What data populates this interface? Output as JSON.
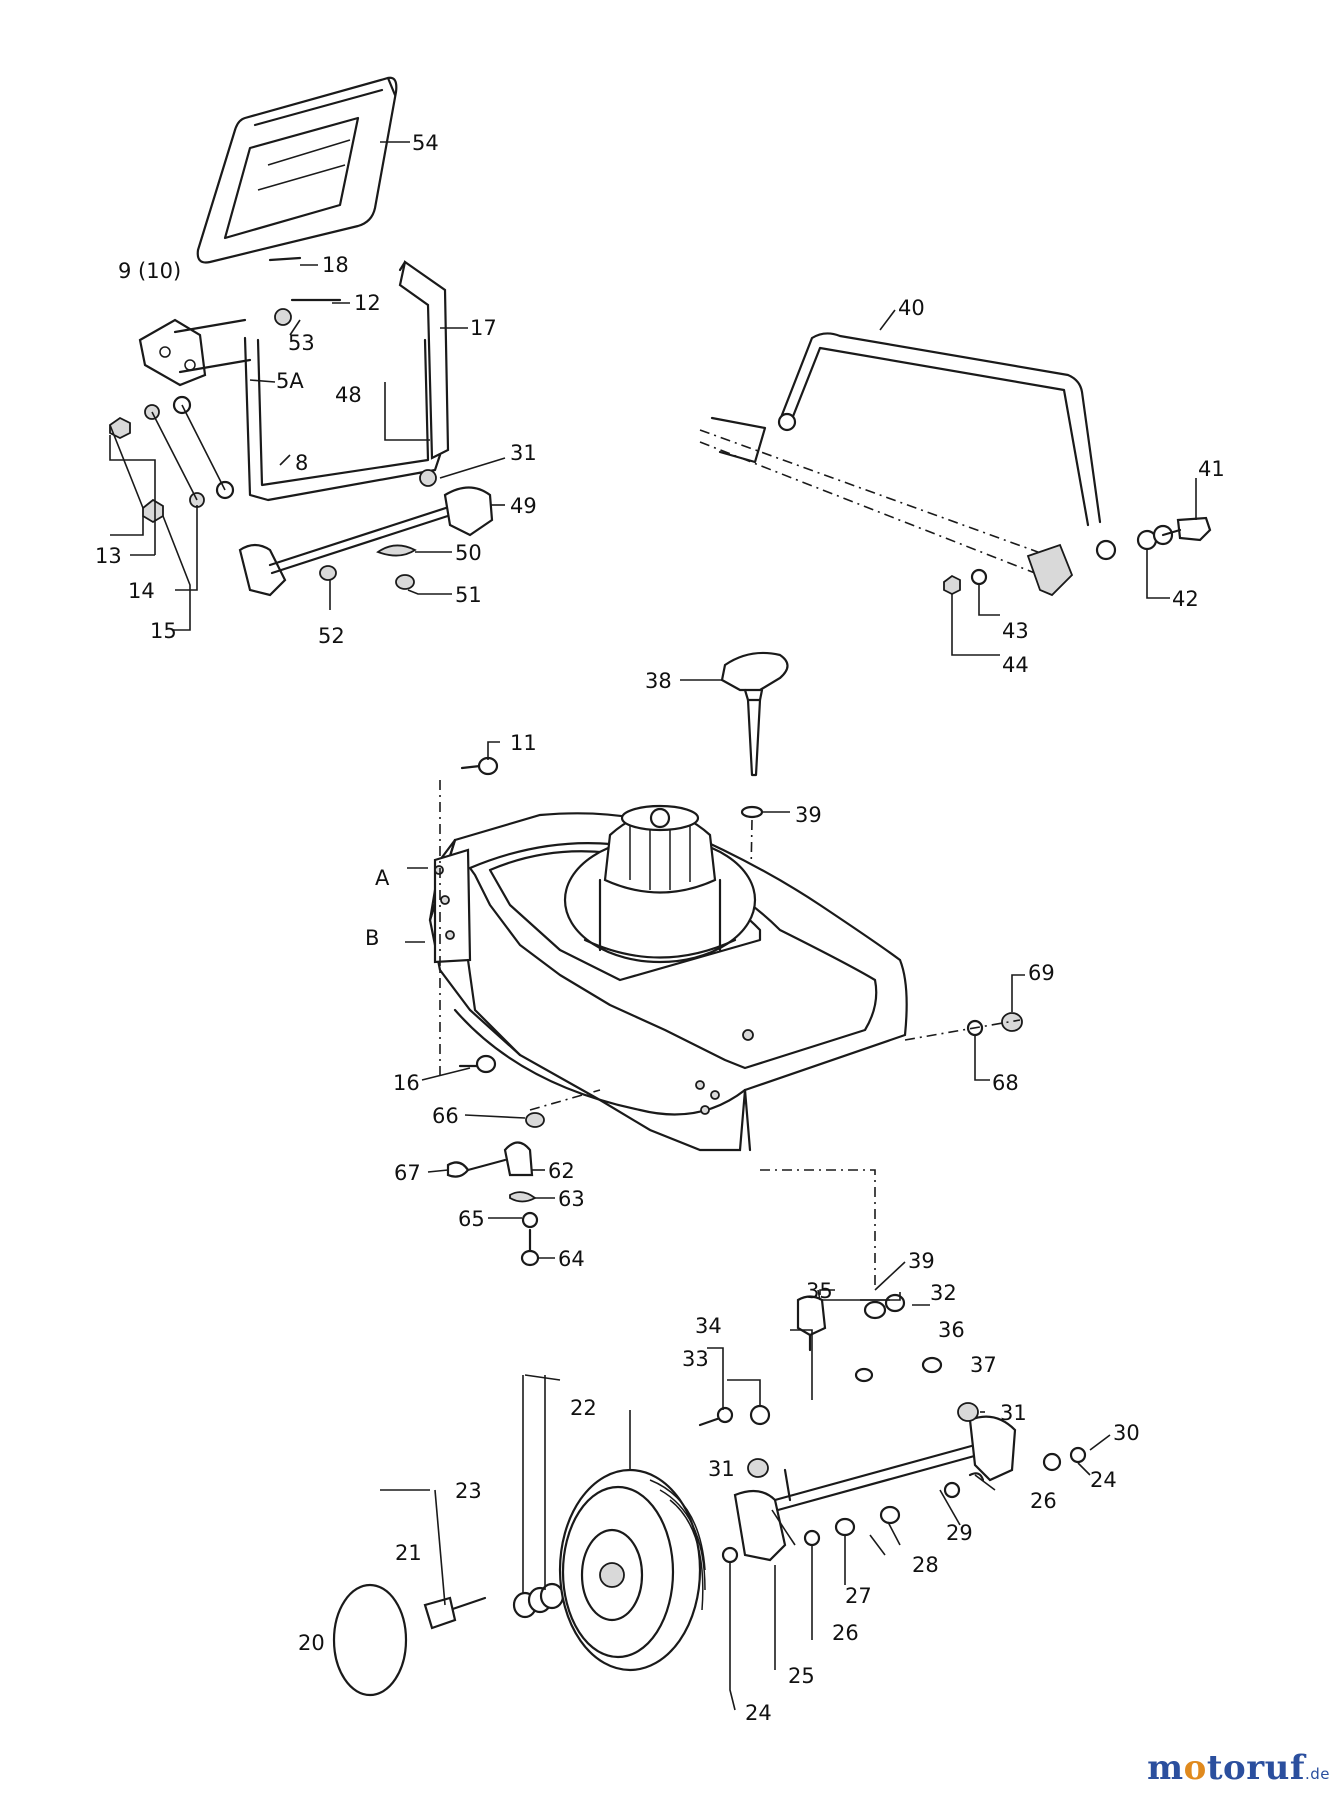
{
  "diagram": {
    "labels": {
      "p54": "54",
      "p9_10": "9 (10)",
      "p18": "18",
      "p12": "12",
      "p17": "17",
      "p53": "53",
      "p5a": "5A",
      "p48": "48",
      "p8": "8",
      "p31a": "31",
      "p49": "49",
      "p50": "50",
      "p51": "51",
      "p52": "52",
      "p13": "13",
      "p14": "14",
      "p15": "15",
      "p40": "40",
      "p41": "41",
      "p42": "42",
      "p43": "43",
      "p44": "44",
      "p38": "38",
      "p39a": "39",
      "p11": "11",
      "pA": "A",
      "pB": "B",
      "p16": "16",
      "p69": "69",
      "p68": "68",
      "p66": "66",
      "p67": "67",
      "p62": "62",
      "p63": "63",
      "p65": "65",
      "p64": "64",
      "p39b": "39",
      "p32": "32",
      "p35": "35",
      "p36": "36",
      "p37": "37",
      "p34": "34",
      "p33": "33",
      "p31b": "31",
      "p31c": "31",
      "p30": "30",
      "p24a": "24",
      "p26a": "26",
      "p22": "22",
      "p23": "23",
      "p21": "21",
      "p20": "20",
      "p29": "29",
      "p28": "28",
      "p27": "27",
      "p26b": "26",
      "p25": "25",
      "p24b": "24"
    }
  },
  "branding": {
    "logo_before": "m",
    "logo_o": "o",
    "logo_after": "toruf",
    "logo_tld": ".de",
    "color_brand": "#2b4f9e",
    "color_accent": "#e08a1e"
  }
}
